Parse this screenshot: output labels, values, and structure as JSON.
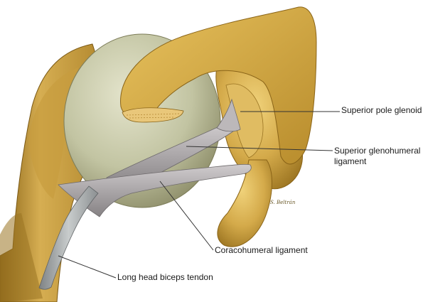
{
  "labels": {
    "superior_pole_glenoid": "Superior pole glenoid",
    "sgl_line1": "Superior glenohumeral",
    "sgl_line2": "ligament",
    "coracohumeral": "Coracohumeral ligament",
    "biceps": "Long head biceps tendon"
  },
  "signature": "S. Beltrán",
  "colors": {
    "bone": "#d4aa4a",
    "bone_dark": "#9a7320",
    "cartilage": "#c4c6a4",
    "ligament": "#aca8aa",
    "tendon": "#a8acae",
    "leader_line": "#333333"
  }
}
